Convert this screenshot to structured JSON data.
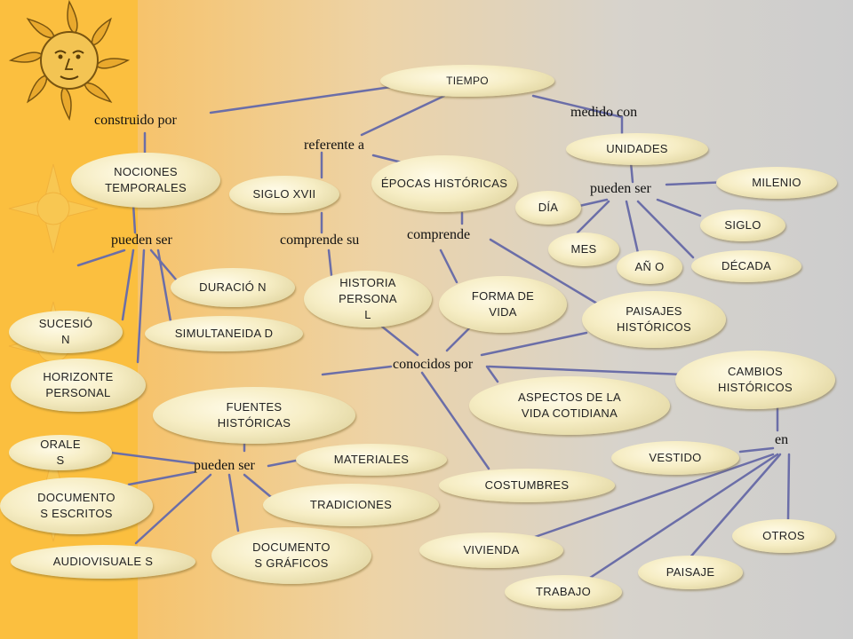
{
  "colors": {
    "line": "#6b6ea8",
    "strip": "#fbbf3f"
  },
  "decor": {
    "icon": "sun-face-icon"
  },
  "nodes": {
    "tiempo": "TIEMPO",
    "nociones": "NOCIONES TEMPORALES",
    "siglo_xvii": "SIGLO XVII",
    "epocas": "ÉPOCAS HISTÓRICAS",
    "unidades": "UNIDADES",
    "milenio": "MILENIO",
    "dia": "DÍA",
    "siglo": "SIGLO",
    "mes": "MES",
    "ano": "AÑ O",
    "decada": "DÉCADA",
    "duracion": "DURACIÓ N",
    "historia_personal": "HISTORIA PERSONA L",
    "forma_vida": "FORMA DE VIDA",
    "paisajes": "PAISAJES HISTÓRICOS",
    "sucesion": "SUCESIÓ N",
    "simultaneidad": "SIMULTANEIDA D",
    "horizonte": "HORIZONTE PERSONAL",
    "cambios": "CAMBIOS HISTÓRICOS",
    "fuentes": "FUENTES HISTÓRICAS",
    "aspectos": "ASPECTOS DE LA VIDA COTIDIANA",
    "orales": "ORALE S",
    "materiales": "MATERIALES",
    "vestido": "VESTIDO",
    "documentos_escritos": "DOCUMENTO S ESCRITOS",
    "costumbres": "COSTUMBRES",
    "tradiciones": "TRADICIONES",
    "otros": "OTROS",
    "vivienda": "VIVIENDA",
    "documentos_graficos": "DOCUMENTO S GRÁFICOS",
    "audiovisuales": "AUDIOVISUALE S",
    "paisaje": "PAISAJE",
    "trabajo": "TRABAJO"
  },
  "labels": {
    "construido_por": "construido por",
    "medido_con": "medido con",
    "referente_a": "referente a",
    "pueden_ser_unidades": "pueden ser",
    "pueden_ser_nociones": "pueden ser",
    "comprende_su": "comprende su",
    "comprende": "comprende",
    "conocidos_por": "conocidos por",
    "en": "en",
    "pueden_ser_fuentes": "pueden ser"
  }
}
